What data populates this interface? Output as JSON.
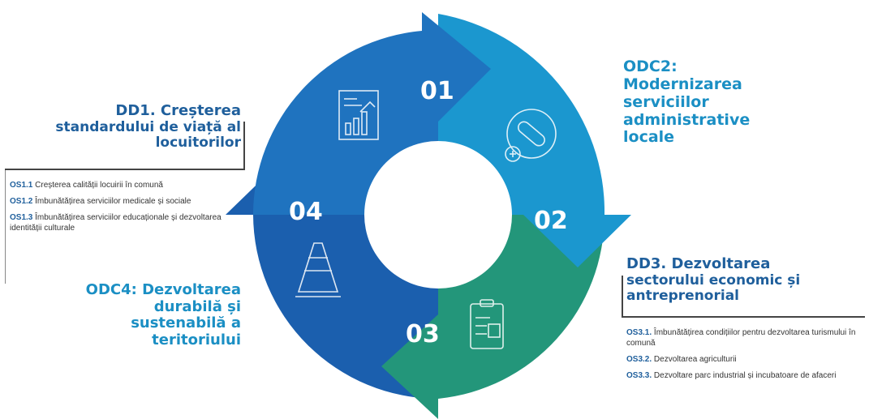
{
  "colors": {
    "seg1": "#1f73bf",
    "seg2": "#1b97cf",
    "seg3": "#23967a",
    "seg4": "#1b5fae",
    "heading_blue": "#1f5f9c",
    "heading_cyan": "#1b8fc4"
  },
  "segments": [
    {
      "number": "01",
      "icon": "chart-report-icon"
    },
    {
      "number": "02",
      "icon": "medical-pill-icon"
    },
    {
      "number": "03",
      "icon": "clipboard-puzzle-icon"
    },
    {
      "number": "04",
      "icon": "traffic-cone-icon"
    }
  ],
  "odc2": {
    "title_lines": [
      "ODC2:",
      "Modernizarea",
      "serviciilor",
      "administrative",
      "locale"
    ]
  },
  "dd1": {
    "title_lines": [
      "DD1. Creșterea",
      "standardului de viață al",
      "locuitorilor"
    ],
    "objectives": [
      {
        "code": "OS1.1",
        "text": "Creșterea calității locuirii în comună"
      },
      {
        "code": "OS1.2",
        "text": "Îmbunătățirea serviciilor medicale și sociale"
      },
      {
        "code": "OS1.3",
        "text": "Îmbunătățirea serviciilor educaționale și dezvoltarea identității culturale"
      }
    ]
  },
  "odc4": {
    "title_lines": [
      "ODC4: Dezvoltarea",
      "durabilă și",
      "sustenabilă a",
      "teritoriului"
    ]
  },
  "dd3": {
    "title_lines": [
      "DD3. Dezvoltarea",
      "sectorului economic și",
      "antreprenorial"
    ],
    "objectives": [
      {
        "code": "OS3.1.",
        "text": "Îmbunătățirea condițiilor pentru dezvoltarea turismului în comună"
      },
      {
        "code": "OS3.2.",
        "text": "Dezvoltarea agriculturii"
      },
      {
        "code": "OS3.3.",
        "text": "Dezvoltare parc industrial și incubatoare de afaceri"
      }
    ]
  }
}
